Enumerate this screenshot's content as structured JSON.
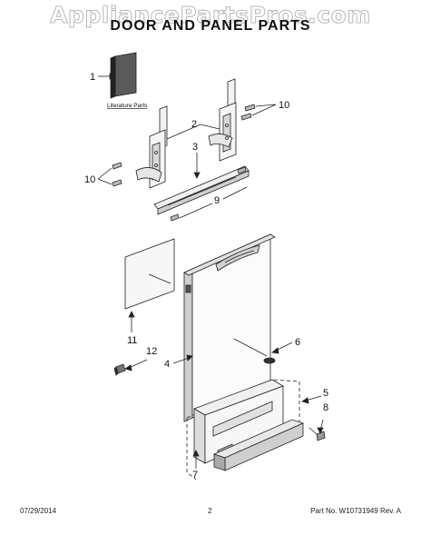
{
  "watermark": "AppliancePartsPros.com",
  "title": "DOOR AND PANEL PARTS",
  "literature_label": "Literature Parts",
  "callouts": {
    "c1": "1",
    "c2": "2",
    "c3": "3",
    "c4": "4",
    "c5": "5",
    "c6": "6",
    "c7": "7",
    "c8": "8",
    "c9": "9",
    "c10a": "10",
    "c10b": "10",
    "c11": "11",
    "c12": "12"
  },
  "footer": {
    "date": "07/29/2014",
    "page": "2",
    "part_no": "Part No. W10731949  Rev. A"
  },
  "colors": {
    "line": "#222222",
    "fill_light": "#e8e8e8",
    "fill_mid": "#bdbdbd",
    "fill_dark": "#555555",
    "watermark_stroke": "#b8b8b8"
  }
}
